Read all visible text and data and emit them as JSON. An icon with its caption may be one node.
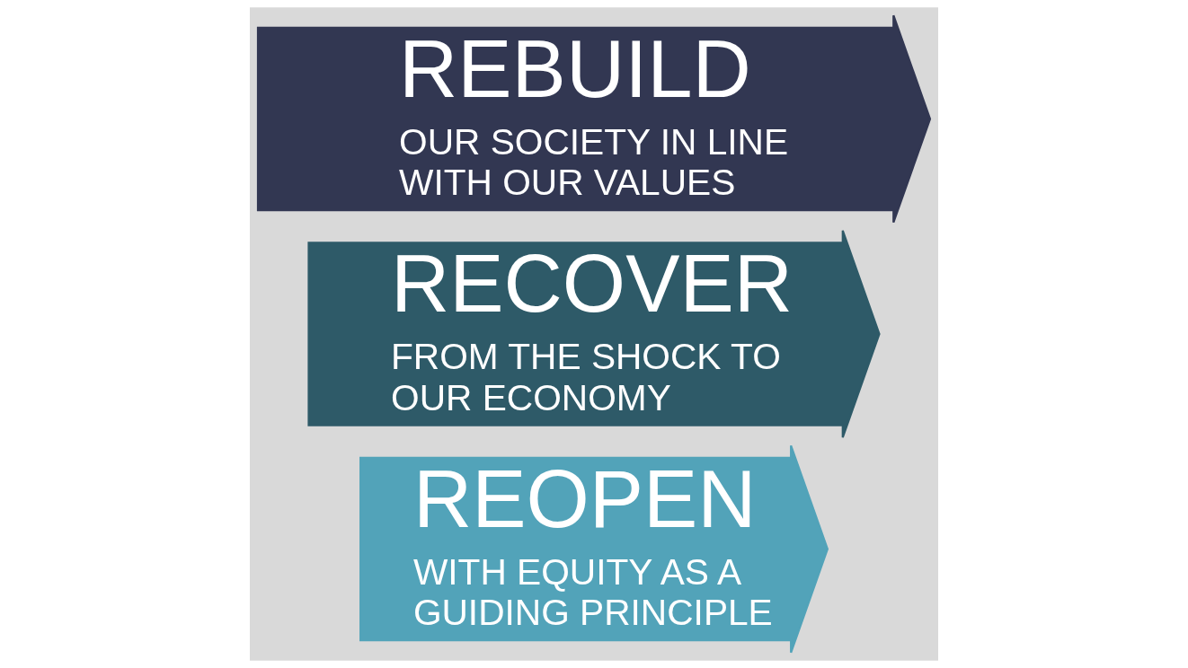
{
  "diagram": {
    "nodes": [
      {
        "text": [
          "REOPEN",
          "WITH EQUITY AS A GUIDING PRINCIPLE"
        ]
      },
      {
        "text": [
          "RECOVER",
          "FROM THE SHOCK TO OUR ECONOMY"
        ]
      },
      {
        "text": [
          "REBUILD",
          "OUR SOCIETY IN LINE WITH OUR VALUES"
        ]
      }
    ]
  }
}
